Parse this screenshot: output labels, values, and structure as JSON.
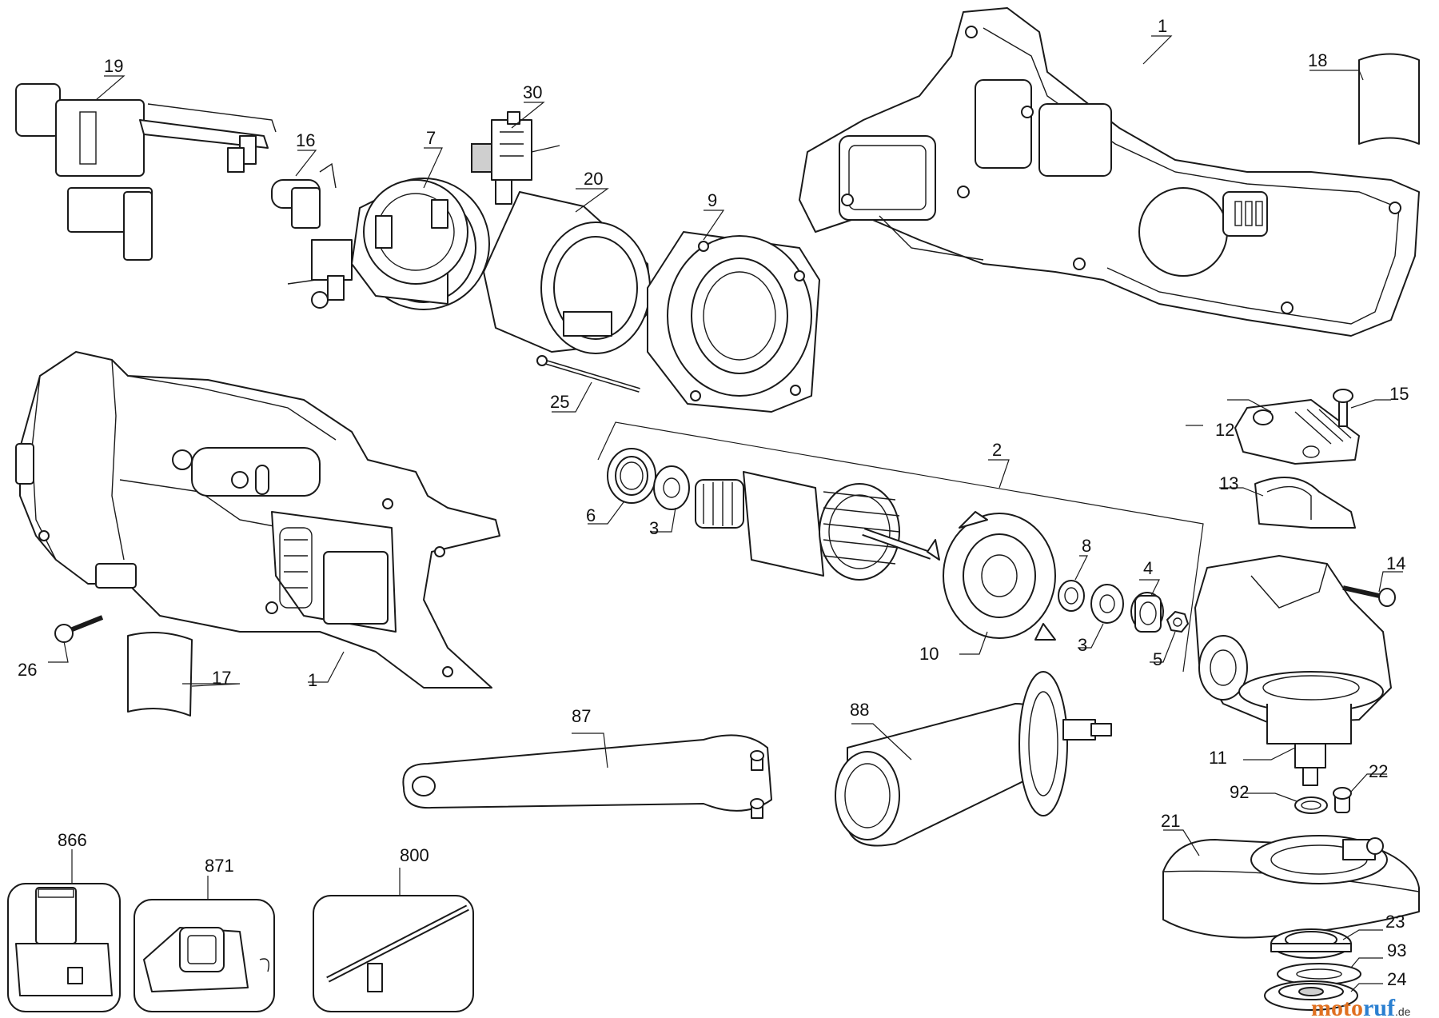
{
  "diagram": {
    "callouts": {
      "c1_housing_right": "1",
      "c1_housing_left": "1",
      "c2": "2",
      "c3_a": "3",
      "c3_b": "3",
      "c4": "4",
      "c5": "5",
      "c6": "6",
      "c7": "7",
      "c8": "8",
      "c9": "9",
      "c10": "10",
      "c11": "11",
      "c12": "12",
      "c13": "13",
      "c14": "14",
      "c15": "15",
      "c16": "16",
      "c17": "17",
      "c18": "18",
      "c19": "19",
      "c20": "20",
      "c21": "21",
      "c22": "22",
      "c23": "23",
      "c24": "24",
      "c25": "25",
      "c26": "26",
      "c30": "30",
      "c87": "87",
      "c88": "88",
      "c92": "92",
      "c93": "93",
      "c800": "800",
      "c866": "866",
      "c871": "871"
    },
    "watermark": {
      "part_a": "moto",
      "part_b": "ruf",
      "suffix": ".de"
    },
    "colors": {
      "line": "#1a1a1a",
      "watermark_orange": "#e07020",
      "watermark_blue": "#2a7fd0"
    }
  }
}
